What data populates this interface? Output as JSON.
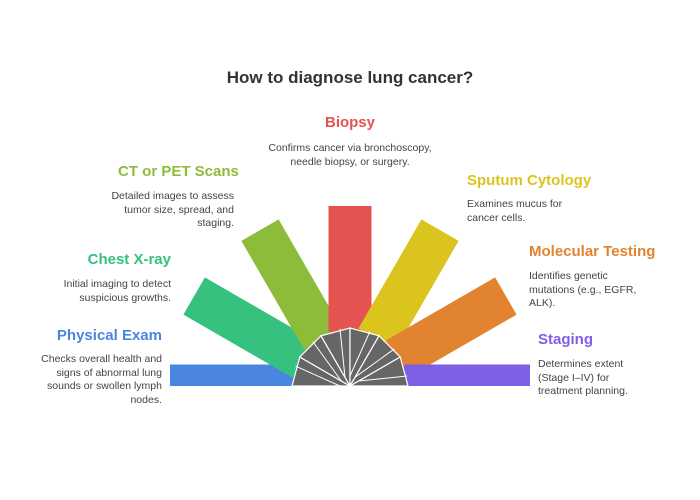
{
  "title": "How to diagnose lung cancer?",
  "colors": {
    "physical_exam": "#4a86e0",
    "chest_xray": "#36c27e",
    "ct_pet": "#8dbb3a",
    "biopsy": "#e55350",
    "sputum": "#dcc41f",
    "molecular": "#e2832f",
    "staging": "#7f5fe6",
    "hub": "#666666"
  },
  "steps": [
    {
      "label": "Physical Exam",
      "desc": "Checks overall health and signs of abnormal lung sounds or swollen lymph nodes."
    },
    {
      "label": "Chest X-ray",
      "desc": "Initial imaging to detect suspicious growths."
    },
    {
      "label": "CT or PET Scans",
      "desc": "Detailed images to assess tumor size, spread, and staging."
    },
    {
      "label": "Biopsy",
      "desc": "Confirms cancer via bronchoscopy, needle biopsy, or surgery."
    },
    {
      "label": "Sputum Cytology",
      "desc": "Examines mucus for cancer cells."
    },
    {
      "label": "Molecular Testing",
      "desc": "Identifies genetic mutations (e.g., EGFR, ALK)."
    },
    {
      "label": "Staging",
      "desc": "Determines extent (Stage I–IV) for treatment planning."
    }
  ]
}
